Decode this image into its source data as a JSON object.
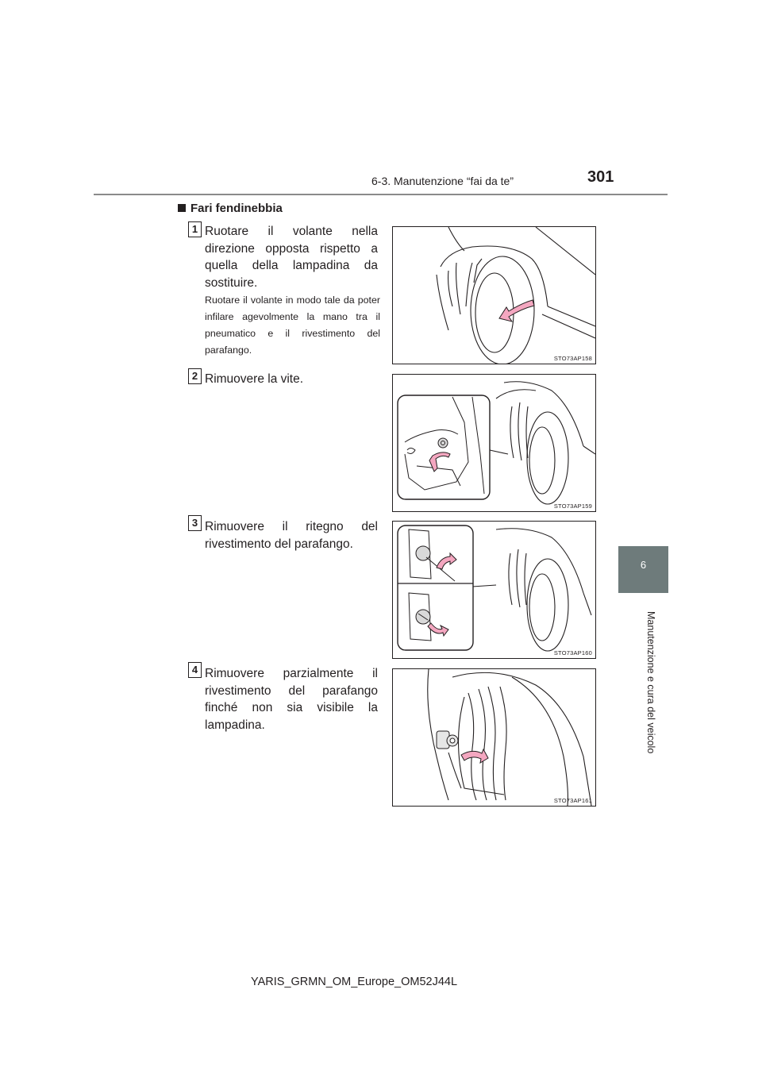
{
  "header": {
    "section": "6-3. Manutenzione “fai da te”",
    "page_number": "301"
  },
  "side_tab": {
    "chapter_number": "6",
    "chapter_title": "Manutenzione e cura del veicolo"
  },
  "section_heading": "Fari fendinebbia",
  "steps": [
    {
      "number": "1",
      "text_lines": [
        "Ruotare il volante nella",
        "direzione opposta rispetto a",
        "quella della lampadina da"
      ],
      "text_last": "sostituire.",
      "note": "Ruotare il volante in modo tale da poter infilare agevolmente la mano tra il pneumatico e il rivestimento del parafango.",
      "figure_code": "STO73AP158"
    },
    {
      "number": "2",
      "text_last": "Rimuovere la vite.",
      "figure_code": "STO73AP159"
    },
    {
      "number": "3",
      "text_lines": [
        "Rimuovere il ritegno del"
      ],
      "text_last": "rivestimento del parafango.",
      "figure_code": "STO73AP160"
    },
    {
      "number": "4",
      "text_lines": [
        "Rimuovere parzialmente il",
        "rivestimento del parafango",
        "finché non sia visibile la"
      ],
      "text_last": "lampadina.",
      "figure_code": "STO73AP161"
    }
  ],
  "footer": "YARIS_GRMN_OM_Europe_OM52J44L",
  "colors": {
    "side_tab": "#6e7b7b",
    "arrow_fill": "#f4a7c0",
    "text": "#231f20"
  }
}
